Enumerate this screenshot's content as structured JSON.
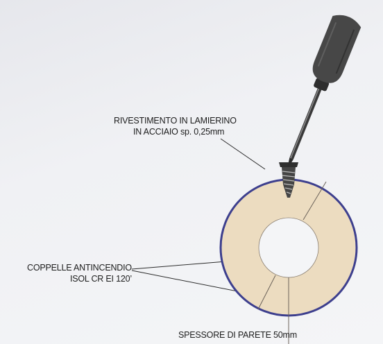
{
  "labels": {
    "rivestimento": {
      "line1": "RIVESTIMENTO IN LAMIERINO",
      "line2": "IN ACCIAIO sp. 0,25mm"
    },
    "coppelle": {
      "line1": "COPPELLE ANTINCENDIO",
      "line2": "ISOL CR   EI 120’"
    },
    "spessore": "SPESSORE DI PARETE 50mm"
  },
  "colors": {
    "insulation": "#ecdcc0",
    "jacket": "#3d3f8e",
    "screwdriver_handle": "#474747",
    "background": "#f2f3f6"
  },
  "icons": {
    "tool": "screwdriver-icon",
    "fastener": "screw-icon"
  }
}
